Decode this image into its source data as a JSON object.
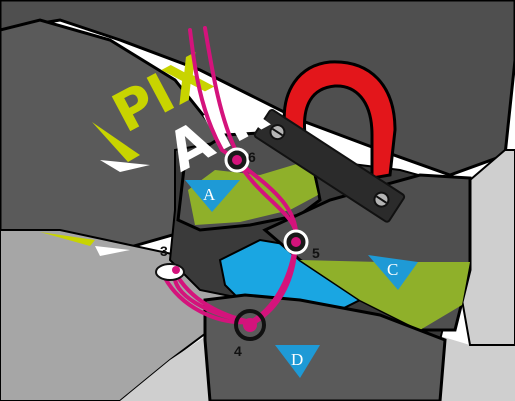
{
  "brand": {
    "logo_letters_top": "PIX",
    "logo_letters_bottom": "AIR"
  },
  "callouts": {
    "numbers": [
      "6",
      "5",
      "3",
      "4"
    ],
    "panels": [
      "A",
      "C",
      "D"
    ]
  },
  "colors": {
    "shell_dark": "#4f4f4f",
    "shell_mid": "#6a6a6a",
    "shell_light": "#a6a6a6",
    "accent_green": "#8fb02a",
    "accent_lime": "#c8d400",
    "accent_blue": "#1aa6e2",
    "handle_red": "#e3161b",
    "lace_magenta": "#d4137c",
    "strap_black": "#2b2b2b",
    "triangle_blue": "#1e9ad6",
    "outline": "#000000"
  },
  "icons": {
    "eyelet": "eyelet-ring-icon",
    "panel_marker": "triangle-marker-icon"
  }
}
